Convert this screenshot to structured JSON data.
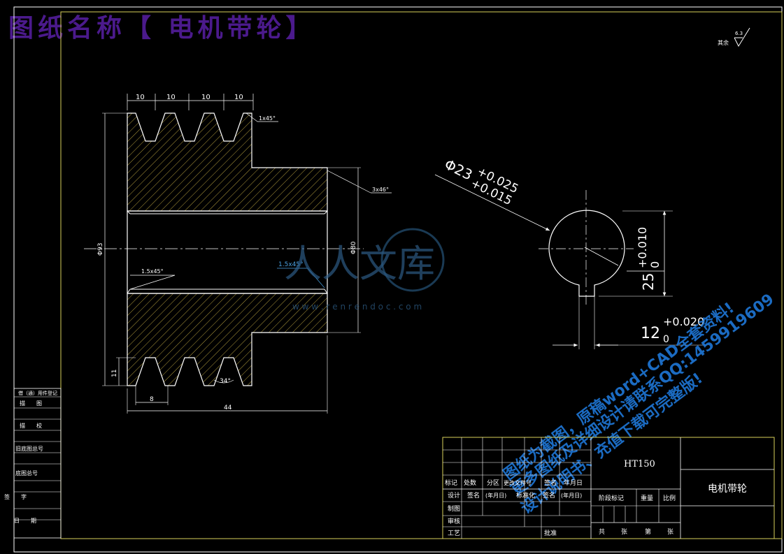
{
  "banner": {
    "title": "图纸名称【 电机带轮】"
  },
  "roughness": {
    "label": "其余",
    "value": "6.3"
  },
  "dimensions": {
    "groove_pitch": [
      "10",
      "10",
      "10",
      "10"
    ],
    "chamfer_top": "1x45°",
    "chamfer_hub": "3x46°",
    "diameter_outer": "Φ93",
    "diameter_hub": "Φ80",
    "chamfer_bore_left": "1.5x45°",
    "chamfer_bore_right": "1.5x45°",
    "groove_depth": "11",
    "groove_width": "8",
    "groove_angle": "34°",
    "overall_width": "44"
  },
  "section": {
    "bore_dim": "Φ23",
    "bore_tol_upper": "+0.025",
    "bore_tol_lower": "+0.015",
    "key_depth_base": "25",
    "key_depth_tol_upper": "+0.010",
    "key_depth_tol_lower": "0",
    "key_width_base": "12",
    "key_width_tol_upper": "+0.020",
    "key_width_tol_lower": "0"
  },
  "watermark": {
    "brand": "人人文库",
    "url": "w w w . r e n r e n d o c . c o m",
    "line1": "图纸为截图，原稿word+CAD全套资料!",
    "line2": "更多图纸及详细设计请联系QQ:1459919609",
    "line3": "设计说明书、充值下载可完整版!"
  },
  "side_table": {
    "rows": [
      "借（通）用件登记",
      "描　　图",
      "描　　校",
      "旧底图总号",
      "底图总号",
      "签　　字",
      "日　　期"
    ]
  },
  "title_block": {
    "material": "HT150",
    "part_name": "电机带轮",
    "header": [
      "标记",
      "处数",
      "分区",
      "更改文件号",
      "签名",
      "年月日"
    ],
    "row2": [
      "设计",
      "签名",
      "(年月日)",
      "标准化",
      "签名",
      "(年月日)"
    ],
    "row3": [
      "制图"
    ],
    "row4": [
      "审核"
    ],
    "row5": [
      "工艺",
      "批准"
    ],
    "stage_cols": [
      "阶段标记",
      "重量",
      "比例"
    ],
    "footer": [
      "共",
      "张",
      "第",
      "张"
    ]
  }
}
